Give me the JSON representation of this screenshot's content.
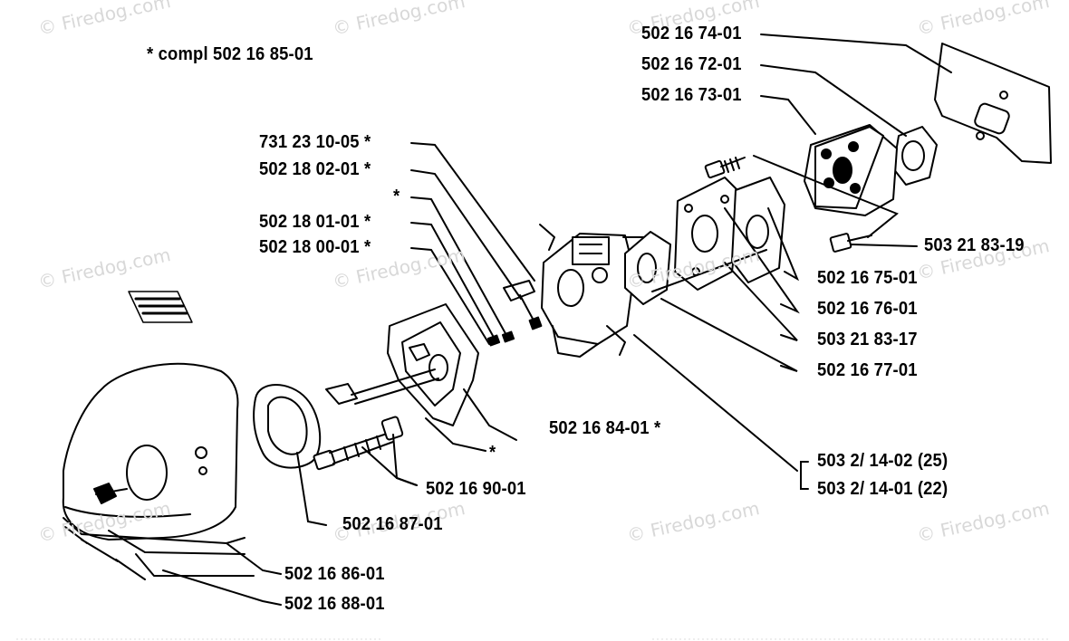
{
  "header": {
    "note": "* compl 502 16 85-01"
  },
  "watermark": "© Firedog.com",
  "parts": {
    "p1": "502 16 74-01",
    "p2": "502 16 72-01",
    "p3": "502 16 73-01",
    "p4": "731 23 10-05  *",
    "p5": "502 18 02-01  *",
    "p6": "*",
    "p7": "502 18 01-01  *",
    "p8": "502 18 00-01  *",
    "p9": "503 21 83-19",
    "p10": "502 16 75-01",
    "p11": "502 16 76-01",
    "p12": "503 21 83-17",
    "p13": "502 16 77-01",
    "p14": "502 16 84-01  *",
    "p15": "*",
    "p16": "503 2/ 14-02 (25)",
    "p17": "503 2/ 14-01 (22)",
    "p18": "502 16 90-01",
    "p19": "502 16 87-01",
    "p20": "502 16 86-01",
    "p21": "502 16 88-01"
  }
}
